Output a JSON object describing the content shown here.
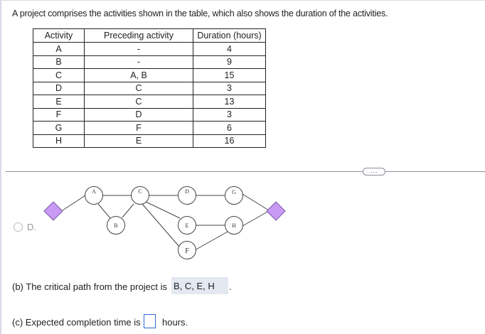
{
  "question": {
    "intro": "A project comprises the activities shown in the table, which also shows the duration of the activities."
  },
  "table": {
    "headers": [
      "Activity",
      "Preceding activity",
      "Duration (hours)"
    ],
    "rows": [
      [
        "A",
        "-",
        "4"
      ],
      [
        "B",
        "-",
        "9"
      ],
      [
        "C",
        "A, B",
        "15"
      ],
      [
        "D",
        "C",
        "3"
      ],
      [
        "E",
        "C",
        "13"
      ],
      [
        "F",
        "D",
        "3"
      ],
      [
        "G",
        "F",
        "6"
      ],
      [
        "H",
        "E",
        "16"
      ]
    ]
  },
  "more_button": {
    "label": "..."
  },
  "option": {
    "label": "D.",
    "network": {
      "nodes": [
        "A",
        "B",
        "C",
        "D",
        "E",
        "F",
        "G",
        "H"
      ],
      "start_color": "#c99af5",
      "end_color": "#c99af5"
    }
  },
  "part_b": {
    "prompt": "(b) The critical path from the project is",
    "answer": "B, C, E, H",
    "suffix": "."
  },
  "part_c": {
    "prompt": "(c) Expected completion time is",
    "value": "",
    "unit": "hours."
  }
}
